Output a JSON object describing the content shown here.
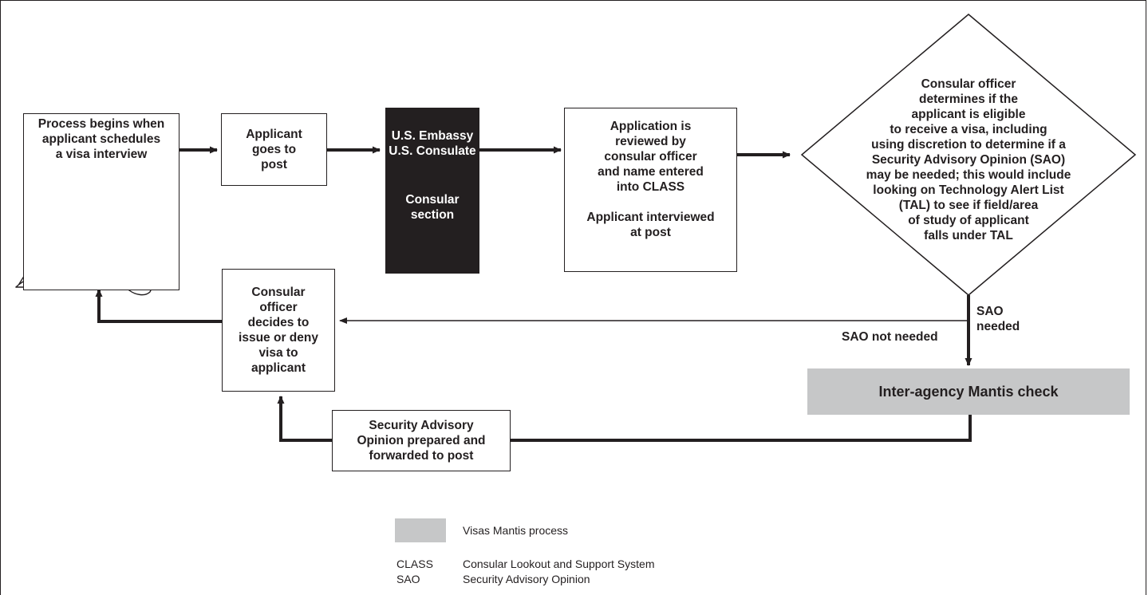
{
  "nodes": {
    "start": [
      "Process begins when",
      "applicant schedules",
      "a visa interview"
    ],
    "goes_to_post": [
      "Applicant",
      "goes to",
      "post"
    ],
    "embassy": [
      "U.S. Embassy",
      "U.S. Consulate"
    ],
    "consular_section": [
      "Consular",
      "section"
    ],
    "review": [
      "Application is",
      "reviewed by",
      "consular officer",
      "and name entered",
      "into CLASS"
    ],
    "interview": [
      "Applicant interviewed",
      "at post"
    ],
    "decision": [
      "Consular officer",
      "determines if the",
      "applicant is eligible",
      "to receive a visa, including",
      "using discretion to determine if a",
      "Security Advisory Opinion (SAO)",
      "may be needed; this would include",
      "looking on Technology Alert List",
      "(TAL) to see if field/area",
      "of study of applicant",
      "falls under TAL"
    ],
    "issue_deny": [
      "Consular",
      "officer",
      "decides to",
      "issue or deny",
      "visa to",
      "applicant"
    ],
    "mantis": "Inter-agency Mantis check",
    "sao_prepared": [
      "Security Advisory",
      "Opinion prepared and",
      "forwarded to post"
    ]
  },
  "edge_labels": {
    "sao_needed": [
      "SAO",
      "needed"
    ],
    "sao_not_needed": "SAO not needed"
  },
  "legend": {
    "swatch_label": "Visas Mantis process",
    "abbreviations": [
      {
        "abbr": "CLASS",
        "meaning": "Consular Lookout and Support System"
      },
      {
        "abbr": "SAO",
        "meaning": "Security Advisory Opinion"
      }
    ]
  },
  "colors": {
    "ink": "#231f20",
    "mantis_fill": "#c6c7c8",
    "embassy_fill": "#231f20"
  },
  "icons": {
    "start_illustration": "man-writing-at-desk-illustration"
  }
}
